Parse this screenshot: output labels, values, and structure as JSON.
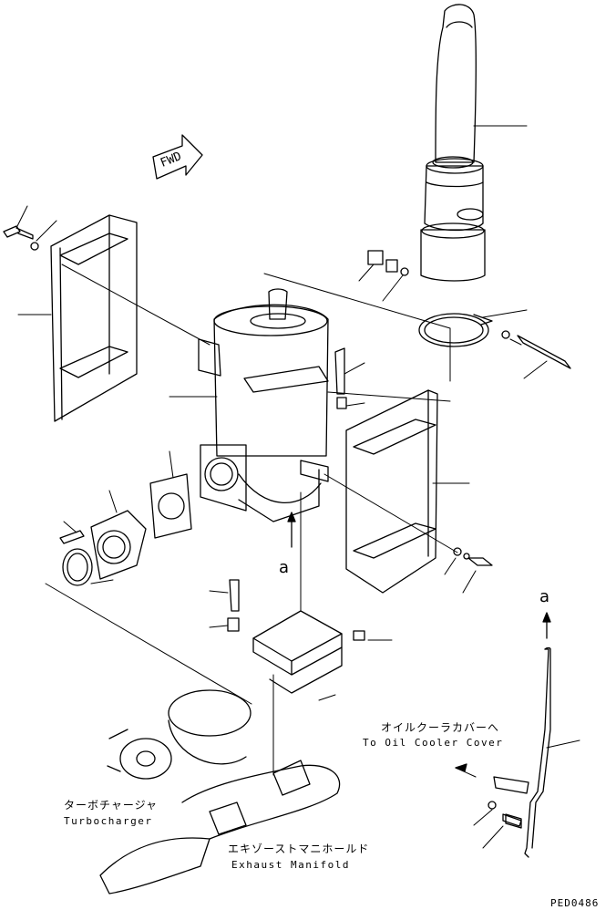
{
  "fwd_marker": "FWD",
  "callout_letter": "a",
  "labels": {
    "oil_cooler_jp": "オイルクーラカバーへ",
    "oil_cooler_en": "To Oil Cooler Cover",
    "turbo_jp": "ターボチャージャ",
    "turbo_en": "Turbocharger",
    "manifold_jp": "エキゾーストマニホールド",
    "manifold_en": "Exhaust Manifold",
    "drawing_code": "PED0486"
  }
}
